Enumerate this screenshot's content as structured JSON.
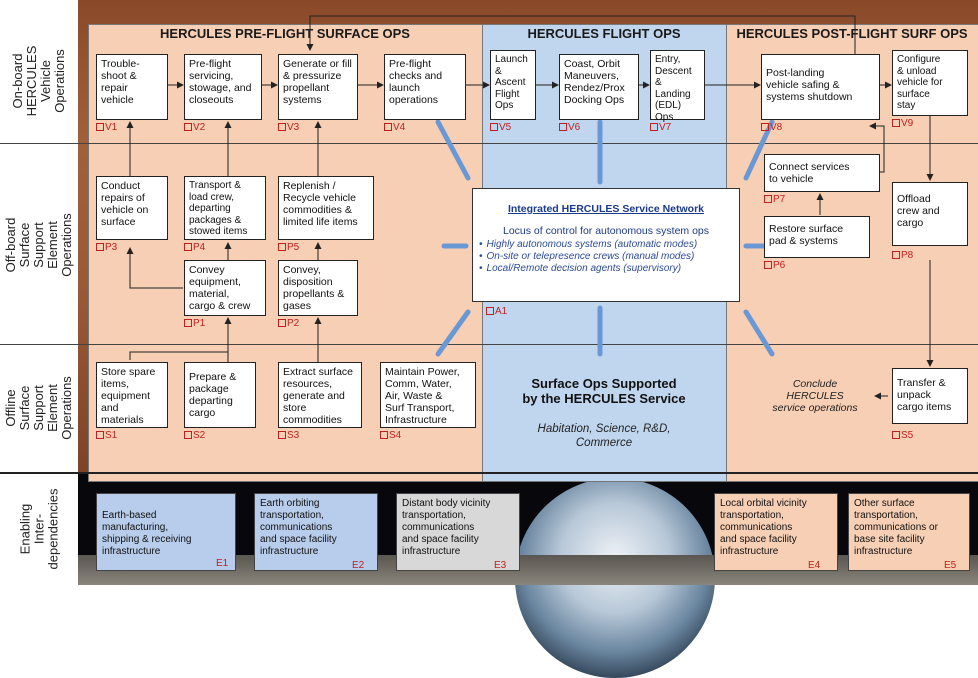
{
  "row_labels": {
    "onboard": "On-board\nHERCULES\nVehicle\nOperations",
    "offboard": "Off-board\nSurface Support\nElement\nOperations",
    "offline": "Offline Surface\nSupport Element\nOperations",
    "enabling": "Enabling Inter-\ndependencies"
  },
  "regions": {
    "preflight": "HERCULES PRE-FLIGHT SURFACE OPS",
    "flight": "HERCULES FLIGHT OPS",
    "postflight": "HERCULES POST-FLIGHT SURF OPS"
  },
  "boxes": {
    "V1": {
      "text": "Trouble-\nshoot &\nrepair\nvehicle",
      "tag": "V1"
    },
    "V2": {
      "text": "Pre-flight\nservicing,\nstowage, and\ncloseouts",
      "tag": "V2"
    },
    "V3": {
      "text": "Generate or fill\n& pressurize\npropellant\nsystems",
      "tag": "V3"
    },
    "V4": {
      "text": "Pre-flight\nchecks and\nlaunch\noperations",
      "tag": "V4"
    },
    "V5": {
      "text": "Launch\n&\nAscent\nFlight\nOps",
      "tag": "V5"
    },
    "V6": {
      "text": "Coast, Orbit\nManeuvers,\nRendez/Prox\nDocking Ops",
      "tag": "V6"
    },
    "V7": {
      "text": "Entry,\nDescent &\nLanding\n(EDL)\nOps",
      "tag": "V7"
    },
    "V8": {
      "text": "Post-landing\nvehicle safing &\nsystems shutdown",
      "tag": "V8"
    },
    "V9": {
      "text": "Configure\n& unload\nvehicle for\nsurface\nstay",
      "tag": "V9"
    },
    "P3": {
      "text": "Conduct\nrepairs of\nvehicle on\nsurface",
      "tag": "P3"
    },
    "P4": {
      "text": "Transport &\nload crew,\ndeparting\npackages &\nstowed items",
      "tag": "P4"
    },
    "P5": {
      "text": "Replenish /\nRecycle vehicle\ncommodities &\nlimited life items",
      "tag": "P5"
    },
    "P1": {
      "text": "Convey\nequipment,\nmaterial,\ncargo & crew",
      "tag": "P1"
    },
    "P2": {
      "text": "Convey,\ndisposition\npropellants &\ngases",
      "tag": "P2"
    },
    "P7": {
      "text": "Connect services\nto vehicle",
      "tag": "P7"
    },
    "P6": {
      "text": "Restore surface\npad & systems",
      "tag": "P6"
    },
    "P8": {
      "text": "Offload\ncrew and\ncargo",
      "tag": "P8"
    },
    "S1": {
      "text": "Store spare\nitems,\nequipment\nand\nmaterials",
      "tag": "S1"
    },
    "S2": {
      "text": "Prepare &\npackage\ndeparting\ncargo",
      "tag": "S2"
    },
    "S3": {
      "text": "Extract surface\nresources,\ngenerate and\nstore\ncommodities",
      "tag": "S3"
    },
    "S4": {
      "text": "Maintain Power,\nComm, Water,\nAir, Waste &\nSurf Transport,\nInfrastructure",
      "tag": "S4"
    },
    "S5": {
      "text": "Transfer &\nunpack\ncargo items",
      "tag": "S5"
    }
  },
  "network": {
    "title": "Integrated HERCULES Service Network",
    "locus": "Locus of control for autonomous system ops",
    "items": [
      "Highly autonomous systems (automatic modes)",
      "On-site or telepresence crews (manual modes)",
      "Local/Remote decision agents (supervisory)"
    ],
    "tag": "A1"
  },
  "surface_ops": {
    "title": "Surface Ops Supported\nby the HERCULES Service",
    "subtitle": "Habitation, Science, R&D,\nCommerce"
  },
  "conclude": "Conclude\nHERCULES\nservice operations",
  "enabling": {
    "E1": {
      "text": "Earth-based\nmanufacturing,\nshipping & receiving\ninfrastructure",
      "tag": "E1"
    },
    "E2": {
      "text": "Earth orbiting\ntransportation,\ncommunications\nand space facility\ninfrastructure",
      "tag": "E2"
    },
    "E3": {
      "text": "Distant body vicinity\ntransportation,\ncommunications\nand space facility\ninfrastructure",
      "tag": "E3"
    },
    "E4": {
      "text": "Local orbital vicinity\ntransportation,\ncommunications\nand space facility\ninfrastructure",
      "tag": "E4"
    },
    "E5": {
      "text": "Other surface\ntransportation,\ncommunications or\nbase site facility\ninfrastructure",
      "tag": "E5"
    }
  }
}
